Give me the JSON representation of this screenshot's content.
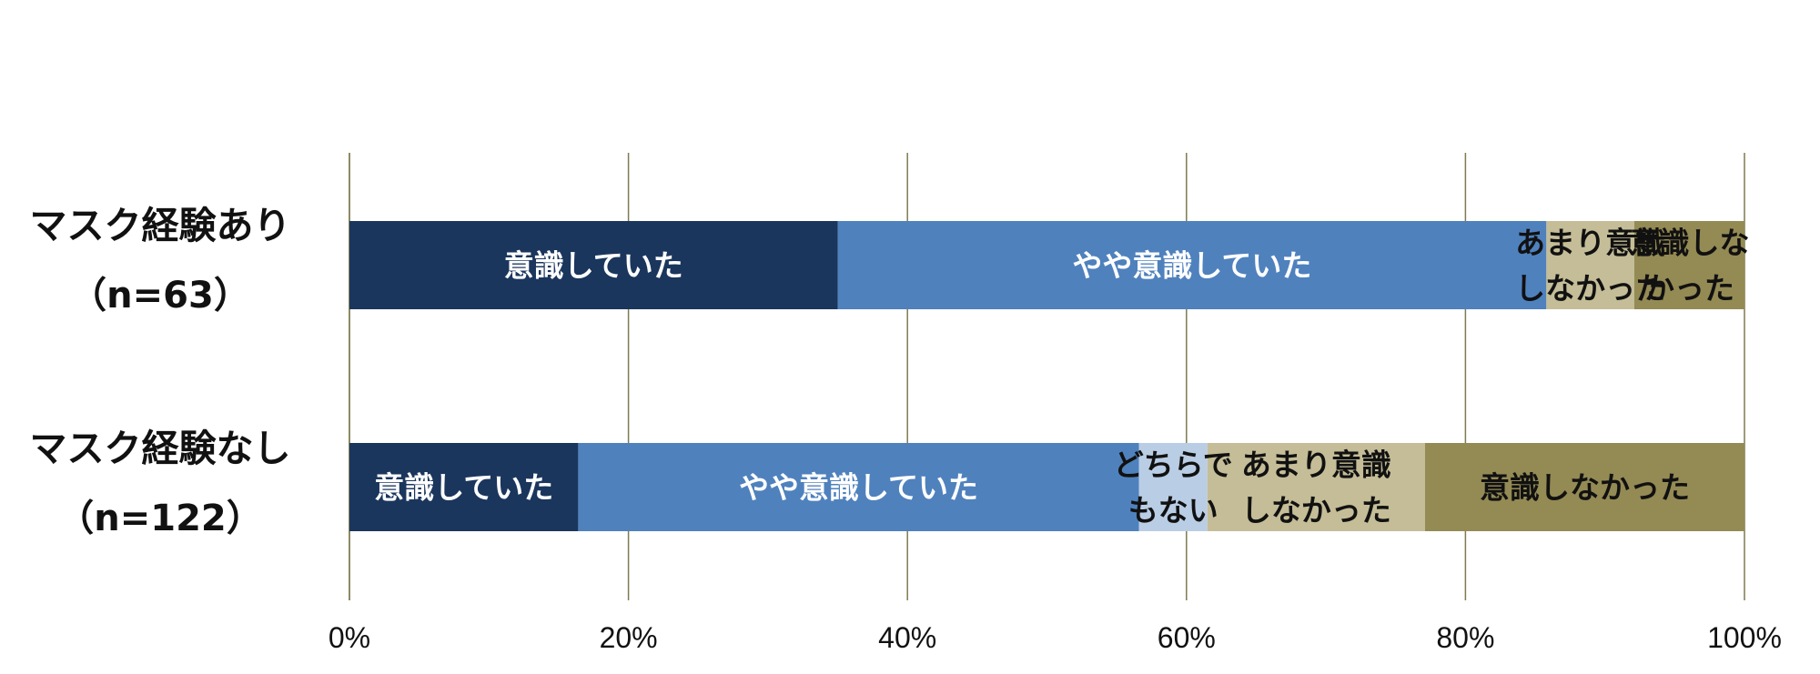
{
  "chart_data": {
    "type": "bar",
    "orientation": "horizontal",
    "stacked": "percent",
    "categories": [
      {
        "name": "マスク経験あり",
        "n": "（n=63）"
      },
      {
        "name": "マスク経験なし",
        "n": "（n=122）"
      }
    ],
    "series": [
      {
        "name": "意識していた",
        "values": [
          35,
          16.4
        ],
        "color": "#1b365d",
        "label_color": "#ffffff"
      },
      {
        "name": "やや意識していた",
        "values": [
          50.8,
          40.2
        ],
        "color": "#4f81bd",
        "label_color": "#ffffff"
      },
      {
        "name": "どちらでもない",
        "values": [
          0,
          4.9
        ],
        "color": "#b9cde4",
        "label_color": "#111111"
      },
      {
        "name": "あまり意識しなかった",
        "values": [
          6.3,
          15.6
        ],
        "color": "#c4bd97",
        "label_color": "#111111"
      },
      {
        "name": "意識しなかった",
        "values": [
          7.9,
          22.9
        ],
        "color": "#948a54",
        "label_color": "#111111"
      }
    ],
    "segment_labels": [
      [
        "意識していた",
        "やや意識していた",
        "",
        "あまり意識\nしなかった",
        "意識しな\nかった"
      ],
      [
        "意識していた",
        "やや意識していた",
        "どちらで\nもない",
        "あまり意識\nしなかった",
        "意識しなかった"
      ]
    ],
    "x_ticks": [
      "0%",
      "20%",
      "40%",
      "60%",
      "80%",
      "100%"
    ],
    "xlim": [
      0,
      100
    ],
    "grid": "vertical",
    "grid_color": "#7f7a4e",
    "legend": "none",
    "title": "",
    "xlabel": "",
    "ylabel": ""
  }
}
